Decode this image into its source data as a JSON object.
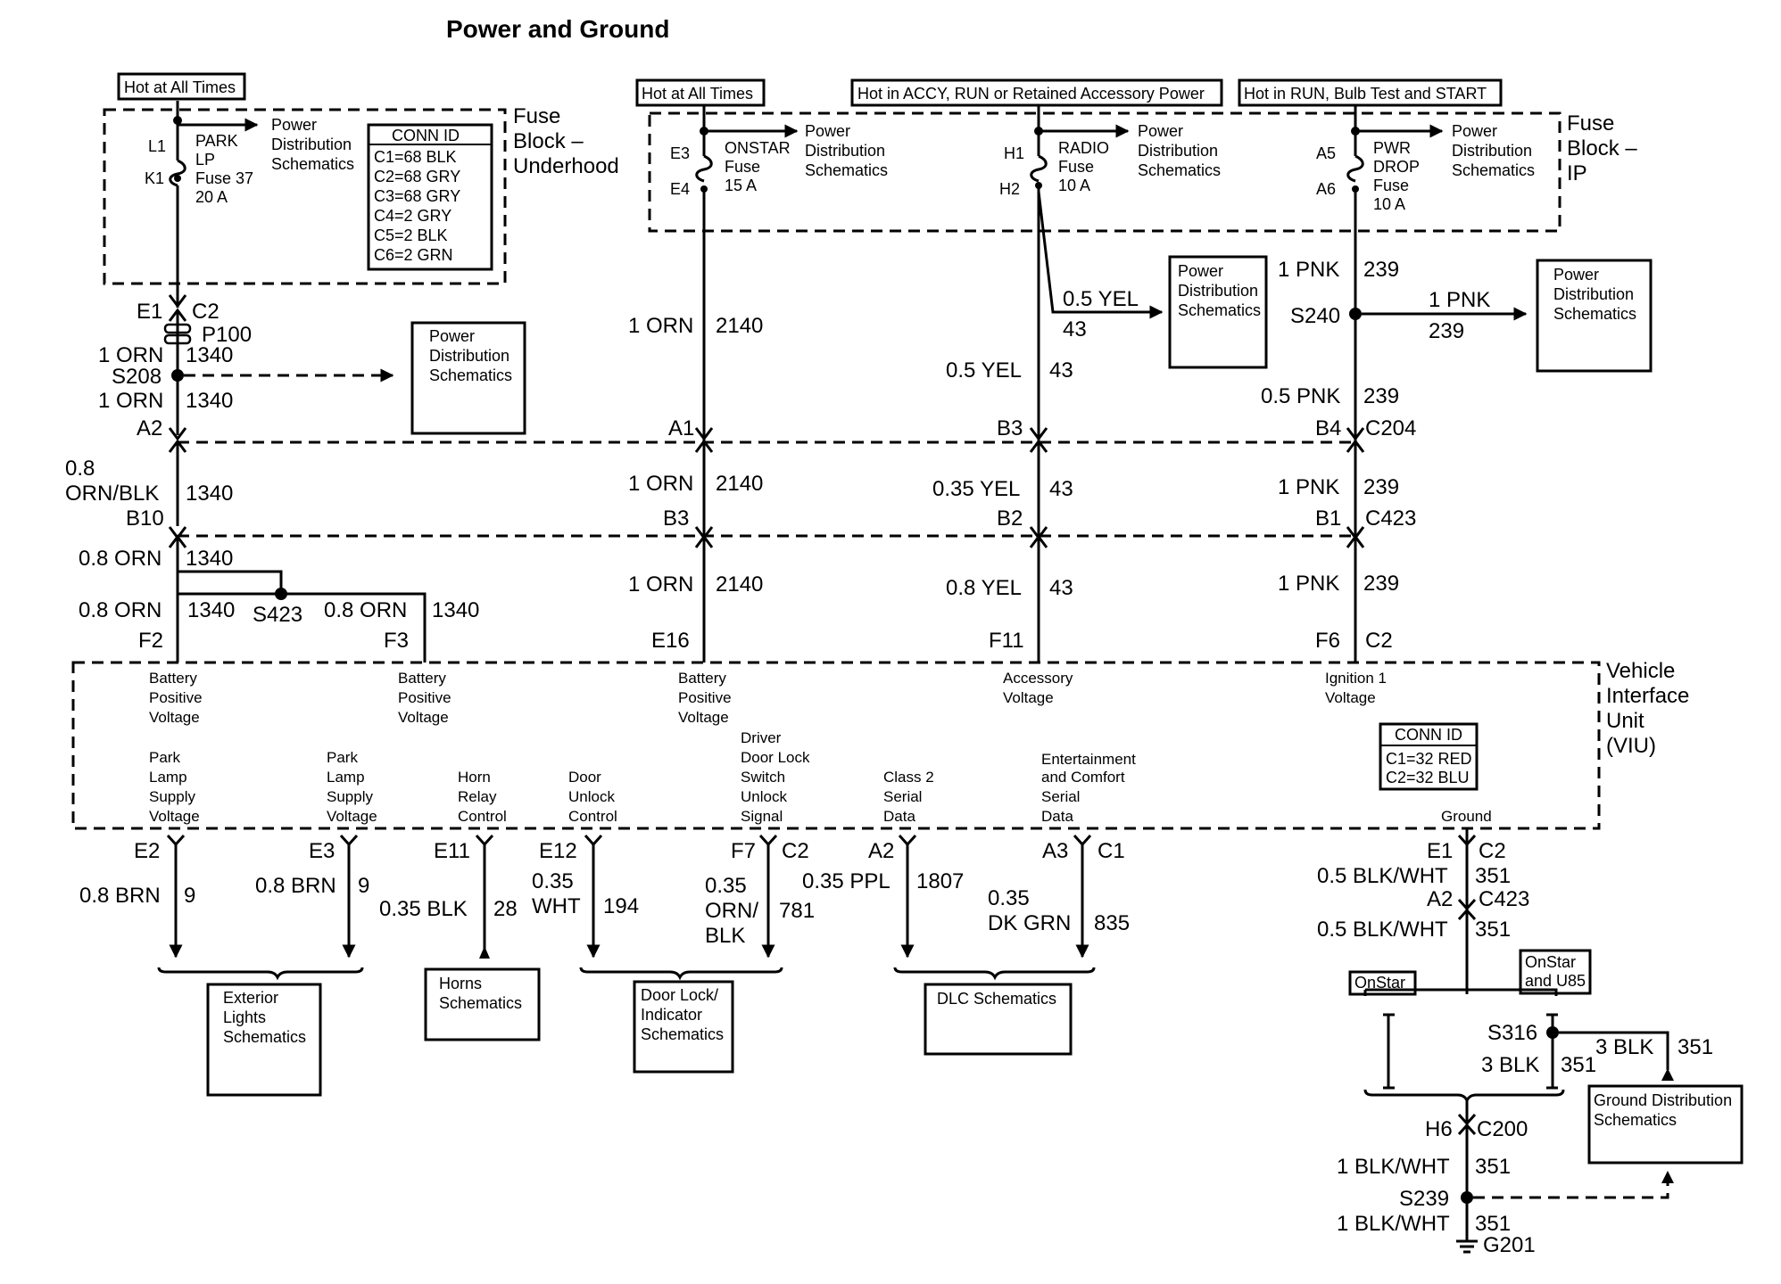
{
  "title": "Power and Ground",
  "header_labels": {
    "hot_at_all_times_1": "Hot at All Times",
    "hot_at_all_times_2": "Hot at All Times",
    "hot_accy": "Hot in ACCY, RUN or Retained Accessory Power",
    "hot_run": "Hot in RUN, Bulb Test and START"
  },
  "fuse_block_underhood": {
    "name": [
      "Fuse",
      "Block –",
      "Underhood"
    ],
    "terminal_top": "L1",
    "terminal_bottom": "K1",
    "fuse_lines": [
      "PARK",
      "LP",
      "Fuse 37",
      "20 A"
    ],
    "ref_lines": [
      "Power",
      "Distribution",
      "Schematics"
    ],
    "conn_id_title": "CONN ID",
    "conn_id_rows": [
      "C1=68 BLK",
      "C2=68 GRY",
      "C3=68 GRY",
      "C4=2 GRY",
      "C5=2 BLK",
      "C6=2 GRN"
    ]
  },
  "fuse_block_ip": {
    "name": [
      "Fuse",
      "Block –",
      "IP"
    ],
    "onstar": {
      "t_top": "E3",
      "t_bot": "E4",
      "lines": [
        "ONSTAR",
        "Fuse",
        "15 A"
      ]
    },
    "radio": {
      "t_top": "H1",
      "t_bot": "H2",
      "lines": [
        "RADIO",
        "Fuse",
        "10 A"
      ]
    },
    "pwr_drop": {
      "t_top": "A5",
      "t_bot": "A6",
      "lines": [
        "PWR",
        "DROP",
        "Fuse",
        "10 A"
      ]
    },
    "ref_lines": [
      "Power",
      "Distribution",
      "Schematics"
    ]
  },
  "ref_power_dist": [
    "Power",
    "Distribution",
    "Schematics"
  ],
  "wires": {
    "c1": {
      "e1": "E1",
      "c2": "C2",
      "p100": "P100",
      "w1": "1 ORN",
      "c1": "1340",
      "s208": "S208",
      "w2": "1 ORN",
      "c2n": "1340",
      "a2": "A2",
      "w3a": "0.8",
      "w3b": "ORN/BLK",
      "c3": "1340",
      "b10": "B10",
      "w4": "0.8 ORN",
      "c4": "1340",
      "w5": "0.8 ORN",
      "c5": "1340",
      "s423": "S423",
      "w6": "0.8 ORN",
      "c6": "1340",
      "f2": "F2",
      "f3": "F3"
    },
    "c2": {
      "w1": "1 ORN",
      "c1": "2140",
      "a1": "A1",
      "w2": "1 ORN",
      "c2": "2140",
      "b3": "B3",
      "w3": "1 ORN",
      "c3": "2140",
      "e16": "E16"
    },
    "c3": {
      "w0": "0.5 YEL",
      "c0": "43",
      "w1": "0.5 YEL",
      "c1": "43",
      "b3": "B3",
      "w2": "0.35 YEL",
      "c2": "43",
      "b2": "B2",
      "w3": "0.8 YEL",
      "c3": "43",
      "f11": "F11"
    },
    "c4": {
      "w0": "1 PNK",
      "c0": "239",
      "s240": "S240",
      "w0b": "1 PNK",
      "c0b": "239",
      "w1": "0.5 PNK",
      "c1": "239",
      "b4": "B4",
      "c204": "C204",
      "w2": "1 PNK",
      "c2": "239",
      "b1": "B1",
      "c423": "C423",
      "w3": "1 PNK",
      "c3": "239",
      "f6": "F6",
      "c2conn": "C2"
    }
  },
  "viu": {
    "name": [
      "Vehicle",
      "Interface",
      "Unit",
      "(VIU)"
    ],
    "inputs": [
      [
        "Battery",
        "Positive",
        "Voltage"
      ],
      [
        "Battery",
        "Positive",
        "Voltage"
      ],
      [
        "Battery",
        "Positive",
        "Voltage"
      ],
      [
        "Accessory",
        "Voltage"
      ],
      [
        "Ignition 1",
        "Voltage"
      ]
    ],
    "outputs": [
      [
        "Park",
        "Lamp",
        "Supply",
        "Voltage"
      ],
      [
        "Park",
        "Lamp",
        "Supply",
        "Voltage"
      ],
      [
        "Horn",
        "Relay",
        "Control"
      ],
      [
        "Door",
        "Unlock",
        "Control"
      ],
      [
        "Driver",
        "Door Lock",
        "Switch",
        "Unlock",
        "Signal"
      ],
      [
        "Class 2",
        "Serial",
        "Data"
      ],
      [
        "Entertainment",
        "and Comfort",
        "Serial",
        "Data"
      ]
    ],
    "ground": "Ground",
    "conn_id_title": "CONN ID",
    "conn_id_rows": [
      "C1=32 RED",
      "C2=32 BLU"
    ]
  },
  "outputs": {
    "e2": {
      "pin": "E2",
      "wire": "0.8 BRN",
      "circuit": "9"
    },
    "e3": {
      "pin": "E3",
      "wire": "0.8 BRN",
      "circuit": "9"
    },
    "e11": {
      "pin": "E11",
      "wire": "0.35 BLK",
      "circuit": "28"
    },
    "e12": {
      "pin": "E12",
      "wire_a": "0.35",
      "wire_b": "WHT",
      "circuit": "194"
    },
    "f7": {
      "pin": "F7",
      "conn": "C2",
      "wire_a": "0.35",
      "wire_b": "ORN/",
      "wire_c": "BLK",
      "circuit": "781"
    },
    "a2": {
      "pin": "A2",
      "wire": "0.35 PPL",
      "circuit": "1807"
    },
    "a3": {
      "pin": "A3",
      "conn": "C1",
      "wire_a": "0.35",
      "wire_b": "DK GRN",
      "circuit": "835"
    }
  },
  "destinations": {
    "exterior": [
      "Exterior",
      "Lights",
      "Schematics"
    ],
    "horns": [
      "Horns",
      "Schematics"
    ],
    "door_lock": [
      "Door Lock/",
      "Indicator",
      "Schematics"
    ],
    "dlc": [
      "DLC Schematics"
    ],
    "ground_dist": [
      "Ground Distribution",
      "Schematics"
    ]
  },
  "ground": {
    "e1": "E1",
    "c2": "C2",
    "w1": "0.5 BLK/WHT",
    "c1": "351",
    "a2": "A2",
    "c423": "C423",
    "w2": "0.5 BLK/WHT",
    "c2n": "351",
    "onstar": "OnStar",
    "onstar_u85_a": "OnStar",
    "onstar_u85_b": "and U85",
    "s316": "S316",
    "w3": "3 BLK",
    "c3": "351",
    "w3b": "3 BLK",
    "c3b": "351",
    "h6": "H6",
    "c200": "C200",
    "w4": "1 BLK/WHT",
    "c4": "351",
    "s239": "S239",
    "w5": "1 BLK/WHT",
    "c5": "351",
    "g201": "G201"
  }
}
